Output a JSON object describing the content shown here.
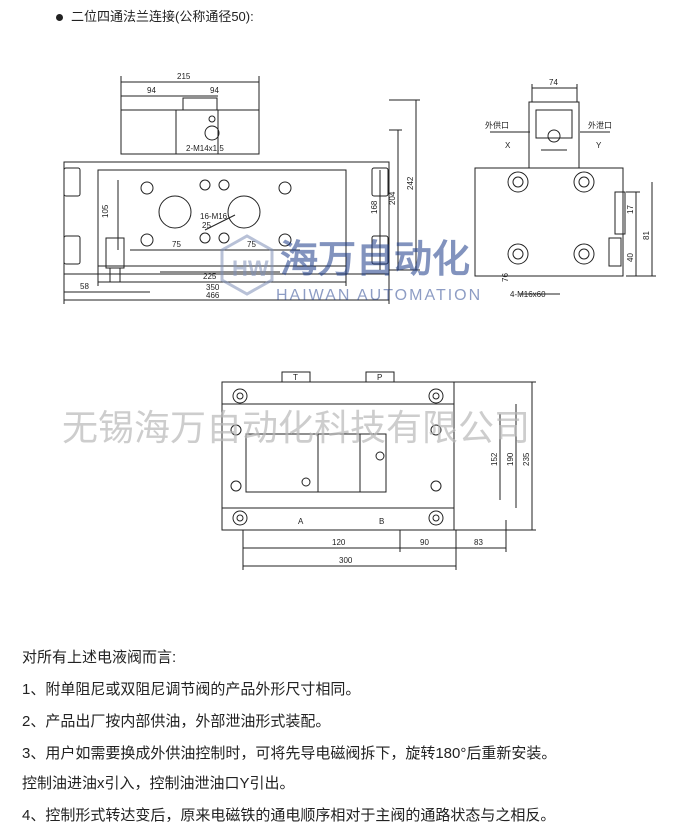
{
  "heading": "二位四通法兰连接(公称通径50):",
  "front_view": {
    "dims": {
      "d215": "215",
      "d94a": "94",
      "d94b": "94",
      "thread": "2-M14x1.5",
      "d105": "105",
      "d16m16": "16-M16",
      "d25": "25",
      "d75a": "75",
      "d75b": "75",
      "d225": "225",
      "d350": "350",
      "d466": "466",
      "d58": "58",
      "d168": "168",
      "d204": "204",
      "d242": "242"
    }
  },
  "side_view": {
    "dims": {
      "d74": "74",
      "d17": "17",
      "d81": "81",
      "d40": "40",
      "d76": "76",
      "d4m16": "4-M16x60"
    },
    "labels": {
      "supply_port": "外供口",
      "drain_port": "外泄口",
      "x": "X",
      "y": "Y"
    }
  },
  "top_view": {
    "ports": {
      "t": "T",
      "p": "P",
      "a": "A",
      "b": "B"
    },
    "dims": {
      "d120": "120",
      "d90": "90",
      "d83": "83",
      "d300": "300",
      "d152": "152",
      "d190": "190",
      "d235": "235"
    }
  },
  "watermark": {
    "brand_cn": "海万自动化",
    "brand_en": "HAIWAN AUTOMATION",
    "company": "无锡海万自动化科技有限公司"
  },
  "notes": {
    "intro": "对所有上述电液阀而言:",
    "item1": "1、附单阻尼或双阻尼调节阀的产品外形尺寸相同。",
    "item2": "2、产品出厂按内部供油，外部泄油形式装配。",
    "item3": "3、用户如需要换成外供油控制时，可将先导电磁阀拆下，旋转180°后重新安装。",
    "item3b": "控制油进油x引入，控制油泄油口Y引出。",
    "item4": "4、控制形式转达变后，原来电磁铁的通电顺序相对于主阀的通路状态与之相反。"
  },
  "colors": {
    "line": "#222222",
    "watermark_blue": "#1d3c8a",
    "watermark_gray": "#b8b8b8"
  }
}
